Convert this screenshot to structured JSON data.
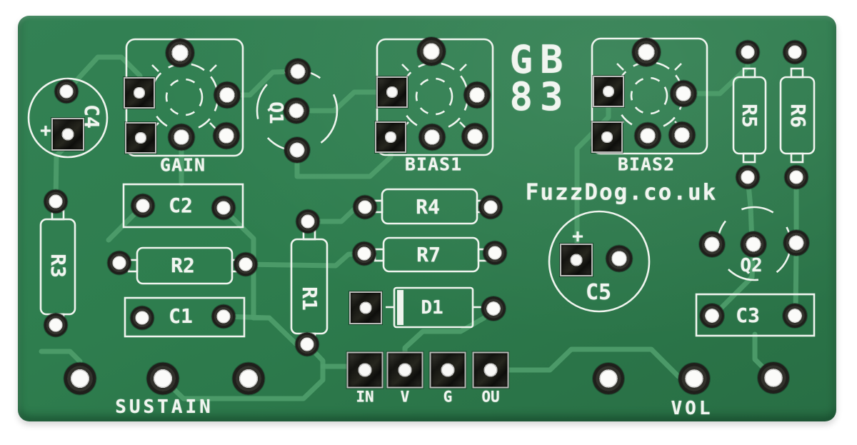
{
  "labels": {
    "c4": "C4",
    "gain": "GAIN",
    "q1": "Q1",
    "bias1": "BIAS1",
    "gb": "GB",
    "n83": "83",
    "bias2": "BIAS2",
    "r5": "R5",
    "r6": "R6",
    "brand": "FuzzDog.co.uk",
    "c2": "C2",
    "r2": "R2",
    "c1": "C1",
    "r3": "R3",
    "r1": "R1",
    "r4": "R4",
    "r7": "R7",
    "d1": "D1",
    "c5": "C5",
    "q2": "Q2",
    "c3": "C3",
    "sustain": "SUSTAIN",
    "vol": "VOL",
    "io_in": "IN",
    "io_v": "V",
    "io_g": "G",
    "io_ou": "OU",
    "plus": "+"
  },
  "colors": {
    "board_green": "#2e7d4e",
    "trace_green": "#4f9d6c",
    "silkscreen_white": "#eff4ee",
    "pad_silver": "#c8c8c6",
    "pad_hole_white": "#fafaf8",
    "square_pad_dark": "#151511",
    "scan_background": "#ffffff"
  }
}
